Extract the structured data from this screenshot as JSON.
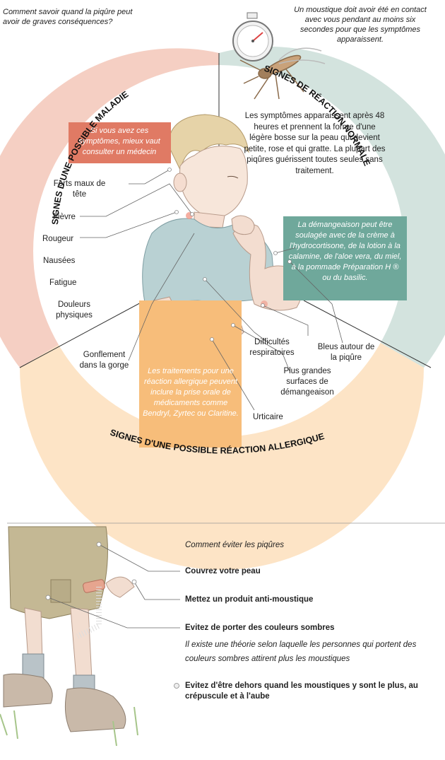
{
  "header": {
    "question": "Comment savoir quand la piqûre peut avoir de graves conséquences?",
    "note": "Un moustique doit avoir été en contact avec vous pendant au moins six secondes pour que les symptômes apparaissent."
  },
  "arcs": {
    "illness": "SIGNES D'UNE POSSIBLE MALADIE",
    "normal": "SIGNES DE RÉACTION NORMALE",
    "allergic": "SIGNES D'UNE POSSIBLE RÉACTION ALLERGIQUE"
  },
  "illness": {
    "callout": "Si vous avez ces symptômes, mieux vaut consulter un médecin",
    "symptoms": [
      "Forts maux de tête",
      "Fièvre",
      "Rougeur",
      "Nausées",
      "Fatigue",
      "Douleurs physiques"
    ]
  },
  "normal": {
    "description": "Les symptômes apparaissent après 48 heures et prennent la forme d'une légère bosse sur la peau qui devient petite, rose et qui gratte. La plupart des piqûres guérissent toutes seules sans traitement.",
    "callout": "La démangeaison peut être soulagée avec de la crème à l'hydrocortisone, de la lotion à la calamine, de l'aloe vera, du miel, à la pommade Préparation H ® ou du basilic."
  },
  "allergic": {
    "callout": "Les traitements pour une réaction allergique peuvent inclure la prise orale de médicaments comme Bendryl, Zyrtec ou Claritine.",
    "labels": {
      "throat": "Gonflement dans la gorge",
      "breathing": "Difficultés respiratoires",
      "bruises": "Bleus autour de la piqûre",
      "itch": "Plus grandes surfaces de démangeaison",
      "hives": "Urticaire"
    }
  },
  "prevention": {
    "title": "Comment éviter les piqûres",
    "items": [
      {
        "label": "Couvrez votre peau"
      },
      {
        "label": "Mettez un produit anti-moustique"
      },
      {
        "label": "Evitez de porter des couleurs sombres",
        "detail": "Il existe une théorie selon laquelle les personnes qui portent des couleurs sombres attirent plus les moustiques"
      },
      {
        "label": "Evitez d'être dehors quand les moustiques y sont le plus, au crépuscule et à l'aube"
      }
    ]
  },
  "colors": {
    "illness_ring": "#f5cfc3",
    "illness_box": "#e07a64",
    "normal_ring": "#d3e3de",
    "normal_box": "#6fa89b",
    "allergic_ring": "#fde4c6",
    "allergic_box": "#f7bd7a"
  }
}
